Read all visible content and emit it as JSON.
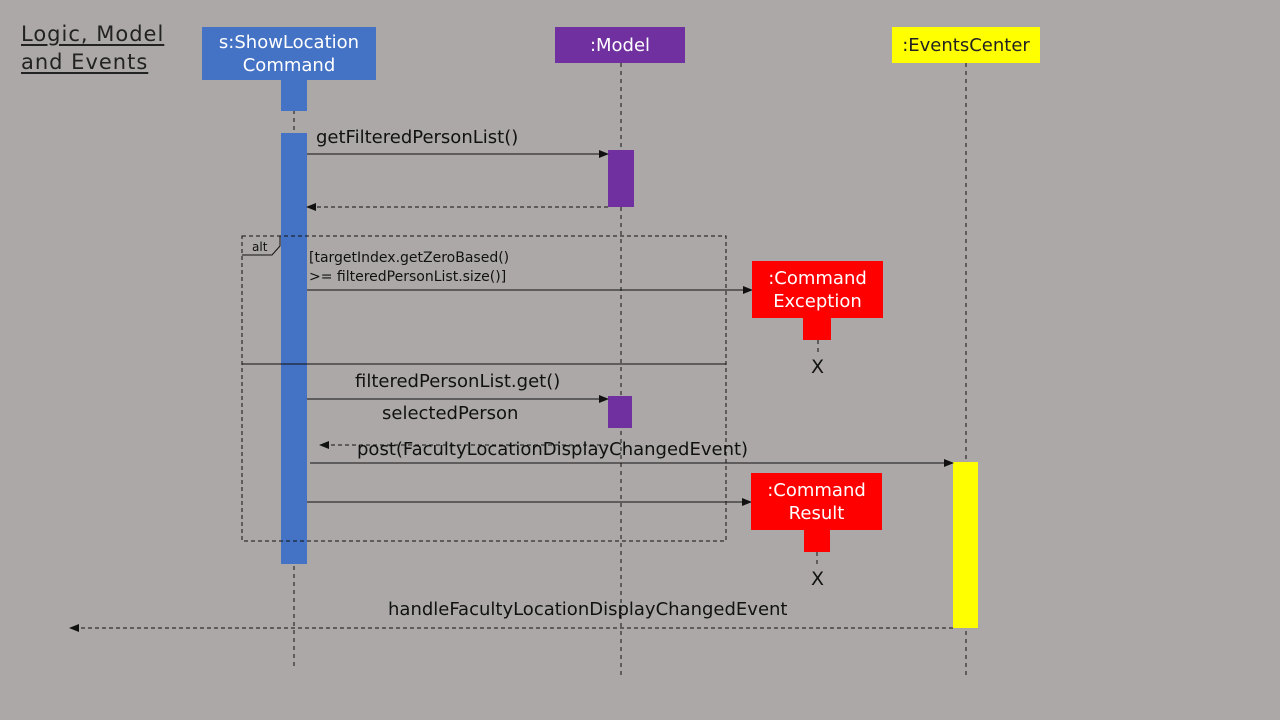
{
  "title": "Logic, Model\nand Events",
  "lifelines": {
    "command": "s:ShowLocation\nCommand",
    "model": ":Model",
    "events_center": ":EventsCenter"
  },
  "created_objects": {
    "command_exception": ":Command\nException",
    "command_result": ":Command\nResult"
  },
  "fragment": {
    "operator": "alt",
    "guard": "[targetIndex.getZeroBased()\n>= filteredPersonList.size()]"
  },
  "messages": {
    "get_filtered_list": "getFilteredPersonList()",
    "list_get": "filteredPersonList.get()",
    "selected_person": "selectedPerson",
    "post_event": "post(FacultyLocationDisplayChangedEvent)",
    "handle_event": "handleFacultyLocationDisplayChangedEvent"
  },
  "destroy_marks": {
    "exception": "X",
    "result": "X"
  },
  "colors": {
    "background": "#aca8a8",
    "command": "#4472c4",
    "model": "#7030a0",
    "events_center": "#ffff00",
    "created_object": "#ff0000"
  }
}
